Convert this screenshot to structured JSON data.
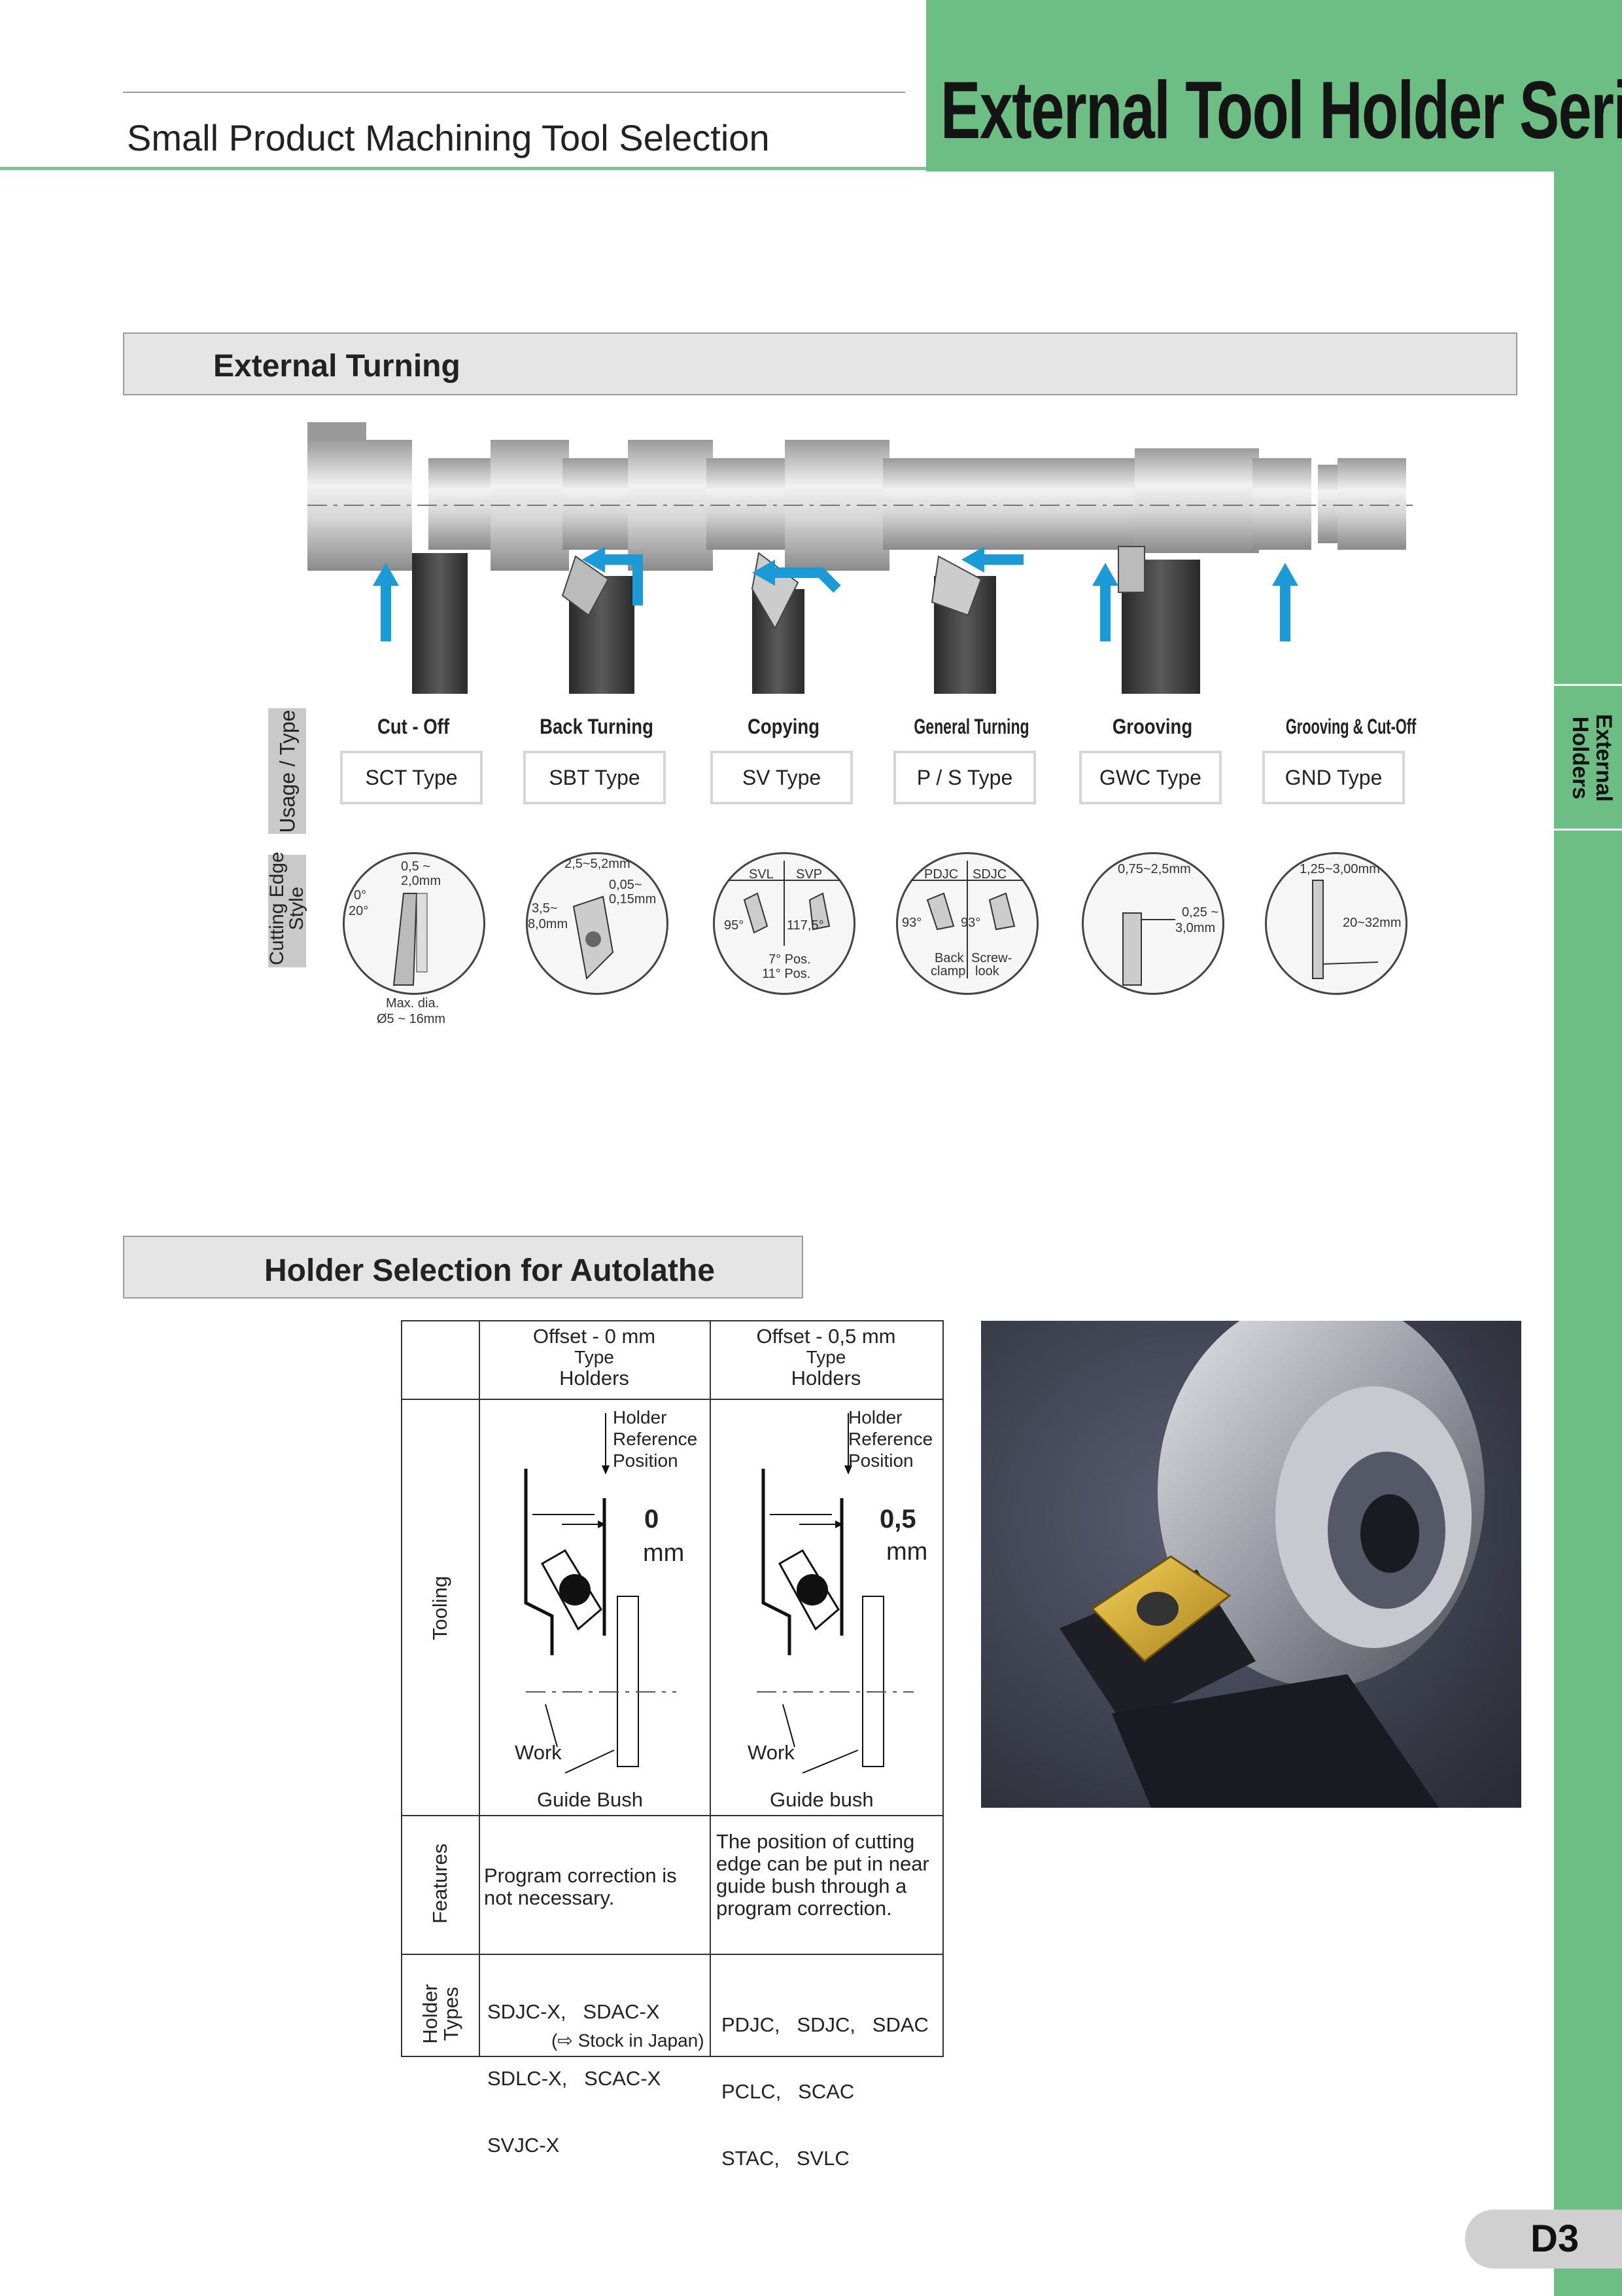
{
  "header": {
    "subtitle": "Small Product Machining Tool Selection",
    "series_title": "External Tool Holder Series",
    "side_tab": "External Holders"
  },
  "sections": {
    "external_turning": "External Turning",
    "autolathe": "Holder Selection for Autolathe"
  },
  "type_table": {
    "row1_label": "Usage / Type",
    "row2_label": "Cutting Edge Style",
    "types": [
      {
        "usage": "Cut - Off",
        "type": "SCT Type"
      },
      {
        "usage": "Back Turning",
        "type": "SBT Type"
      },
      {
        "usage": "Copying",
        "type": "SV Type"
      },
      {
        "usage": "General Turning",
        "type": "P / S Type"
      },
      {
        "usage": "Grooving",
        "type": "GWC Type"
      },
      {
        "usage": "Grooving & Cut-Off",
        "type": "GND Type"
      }
    ],
    "edge_notes": {
      "sct": {
        "width": "0,5 ~",
        "width2": "2,0mm",
        "ang1": "0°",
        "ang2": "20°",
        "maxdia": "Max. dia.",
        "maxdia2": "Ø5 ~ 16mm"
      },
      "sbt": {
        "top": "2,5~5,2mm",
        "r1": "0,05~",
        "r2": "0,15mm",
        "l1": "3,5~",
        "l2": "8,0mm"
      },
      "sv": {
        "a": "SVL",
        "b": "SVP",
        "c": "95°",
        "d": "117,5°",
        "e": "7° Pos.",
        "f": "11° Pos."
      },
      "ps": {
        "a": "PDJC",
        "b": "SDJC",
        "c": "93°",
        "d": "93°",
        "e": "Back",
        "f": "clamp",
        "g": "Screw-",
        "h": "look"
      },
      "gwc": {
        "a": "0,75~2,5mm",
        "b": "0,25 ~",
        "c": "3,0mm"
      },
      "gnd": {
        "a": "1,25~3,00mm",
        "b": "20~32mm"
      }
    }
  },
  "autolathe_table": {
    "col1_header": [
      "Offset - 0 mm",
      "Type",
      "Holders"
    ],
    "col2_header": [
      "Offset - 0,5 mm",
      "Type",
      "Holders"
    ],
    "row_labels": {
      "tooling": "Tooling",
      "features": "Features",
      "holder_types": "Holder Types"
    },
    "tooling": {
      "ref1": "Holder",
      "ref2": "Reference",
      "ref3": "Position",
      "offset0": "0",
      "offset05": "0,5",
      "unit": "mm",
      "work": "Work",
      "guide1": "Guide Bush",
      "guide2": "Guide bush"
    },
    "features": {
      "col1": "Program correction is not necessary.",
      "col2": "The position of cutting edge can be put in near guide bush through a program correction."
    },
    "holder_types": {
      "col1": [
        "SDJC-X,   SDAC-X",
        "SDLC-X,   SCAC-X",
        "SVJC-X"
      ],
      "col1_note": "(⇨ Stock in Japan)",
      "col2": [
        "PDJC,   SDJC,   SDAC",
        "PCLC,   SCAC",
        "STAC,   SVLC"
      ]
    }
  },
  "page_number": "D3",
  "colors": {
    "green": "#6dbe84",
    "arrow_blue": "#1a9ad6",
    "gray_bar": "#e5e5e5"
  }
}
